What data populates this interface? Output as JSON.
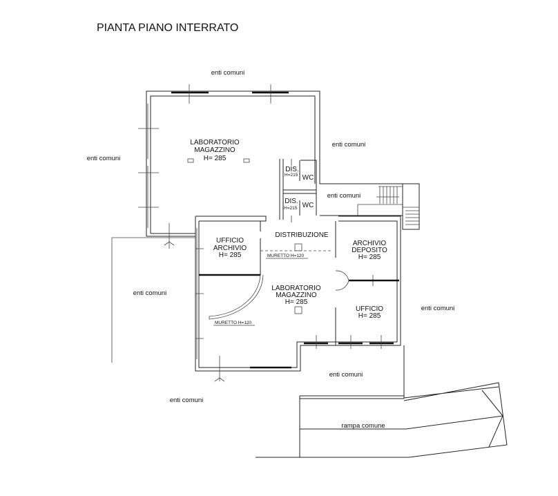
{
  "title": "PIANTA PIANO INTERRATO",
  "areas": {
    "enti_comuni_top": "enti comuni",
    "enti_comuni_left": "enti comuni",
    "enti_comuni_right_upper": "enti comuni",
    "enti_comuni_corridor": "enti comuni",
    "enti_comuni_west": "enti comuni",
    "enti_comuni_east": "enti comuni",
    "enti_comuni_south": "enti comuni",
    "enti_comuni_bottom": "enti comuni",
    "rampa": "rampa comune"
  },
  "rooms": {
    "lab_top": [
      "LABORATORIO",
      "MAGAZZINO",
      "H= 285"
    ],
    "dis1": [
      "DIS.",
      "H=215"
    ],
    "wc1": "WC",
    "dis2": [
      "DIS.",
      "H=215"
    ],
    "wc2": "WC",
    "distribuzione": "DISTRIBUZIONE",
    "ufficio_archivio": [
      "UFFICIO",
      "ARCHIVIO",
      "H= 285"
    ],
    "archivio_deposito": [
      "ARCHIVIO",
      "DEPOSITO",
      "H= 285"
    ],
    "lab_bottom": [
      "LABORATORIO",
      "MAGAZZINO",
      "H= 285"
    ],
    "ufficio": [
      "UFFICIO",
      "H= 285"
    ]
  },
  "notes": {
    "muretto1": "MURETTO H=120",
    "muretto2": "MURETTO H=120"
  }
}
